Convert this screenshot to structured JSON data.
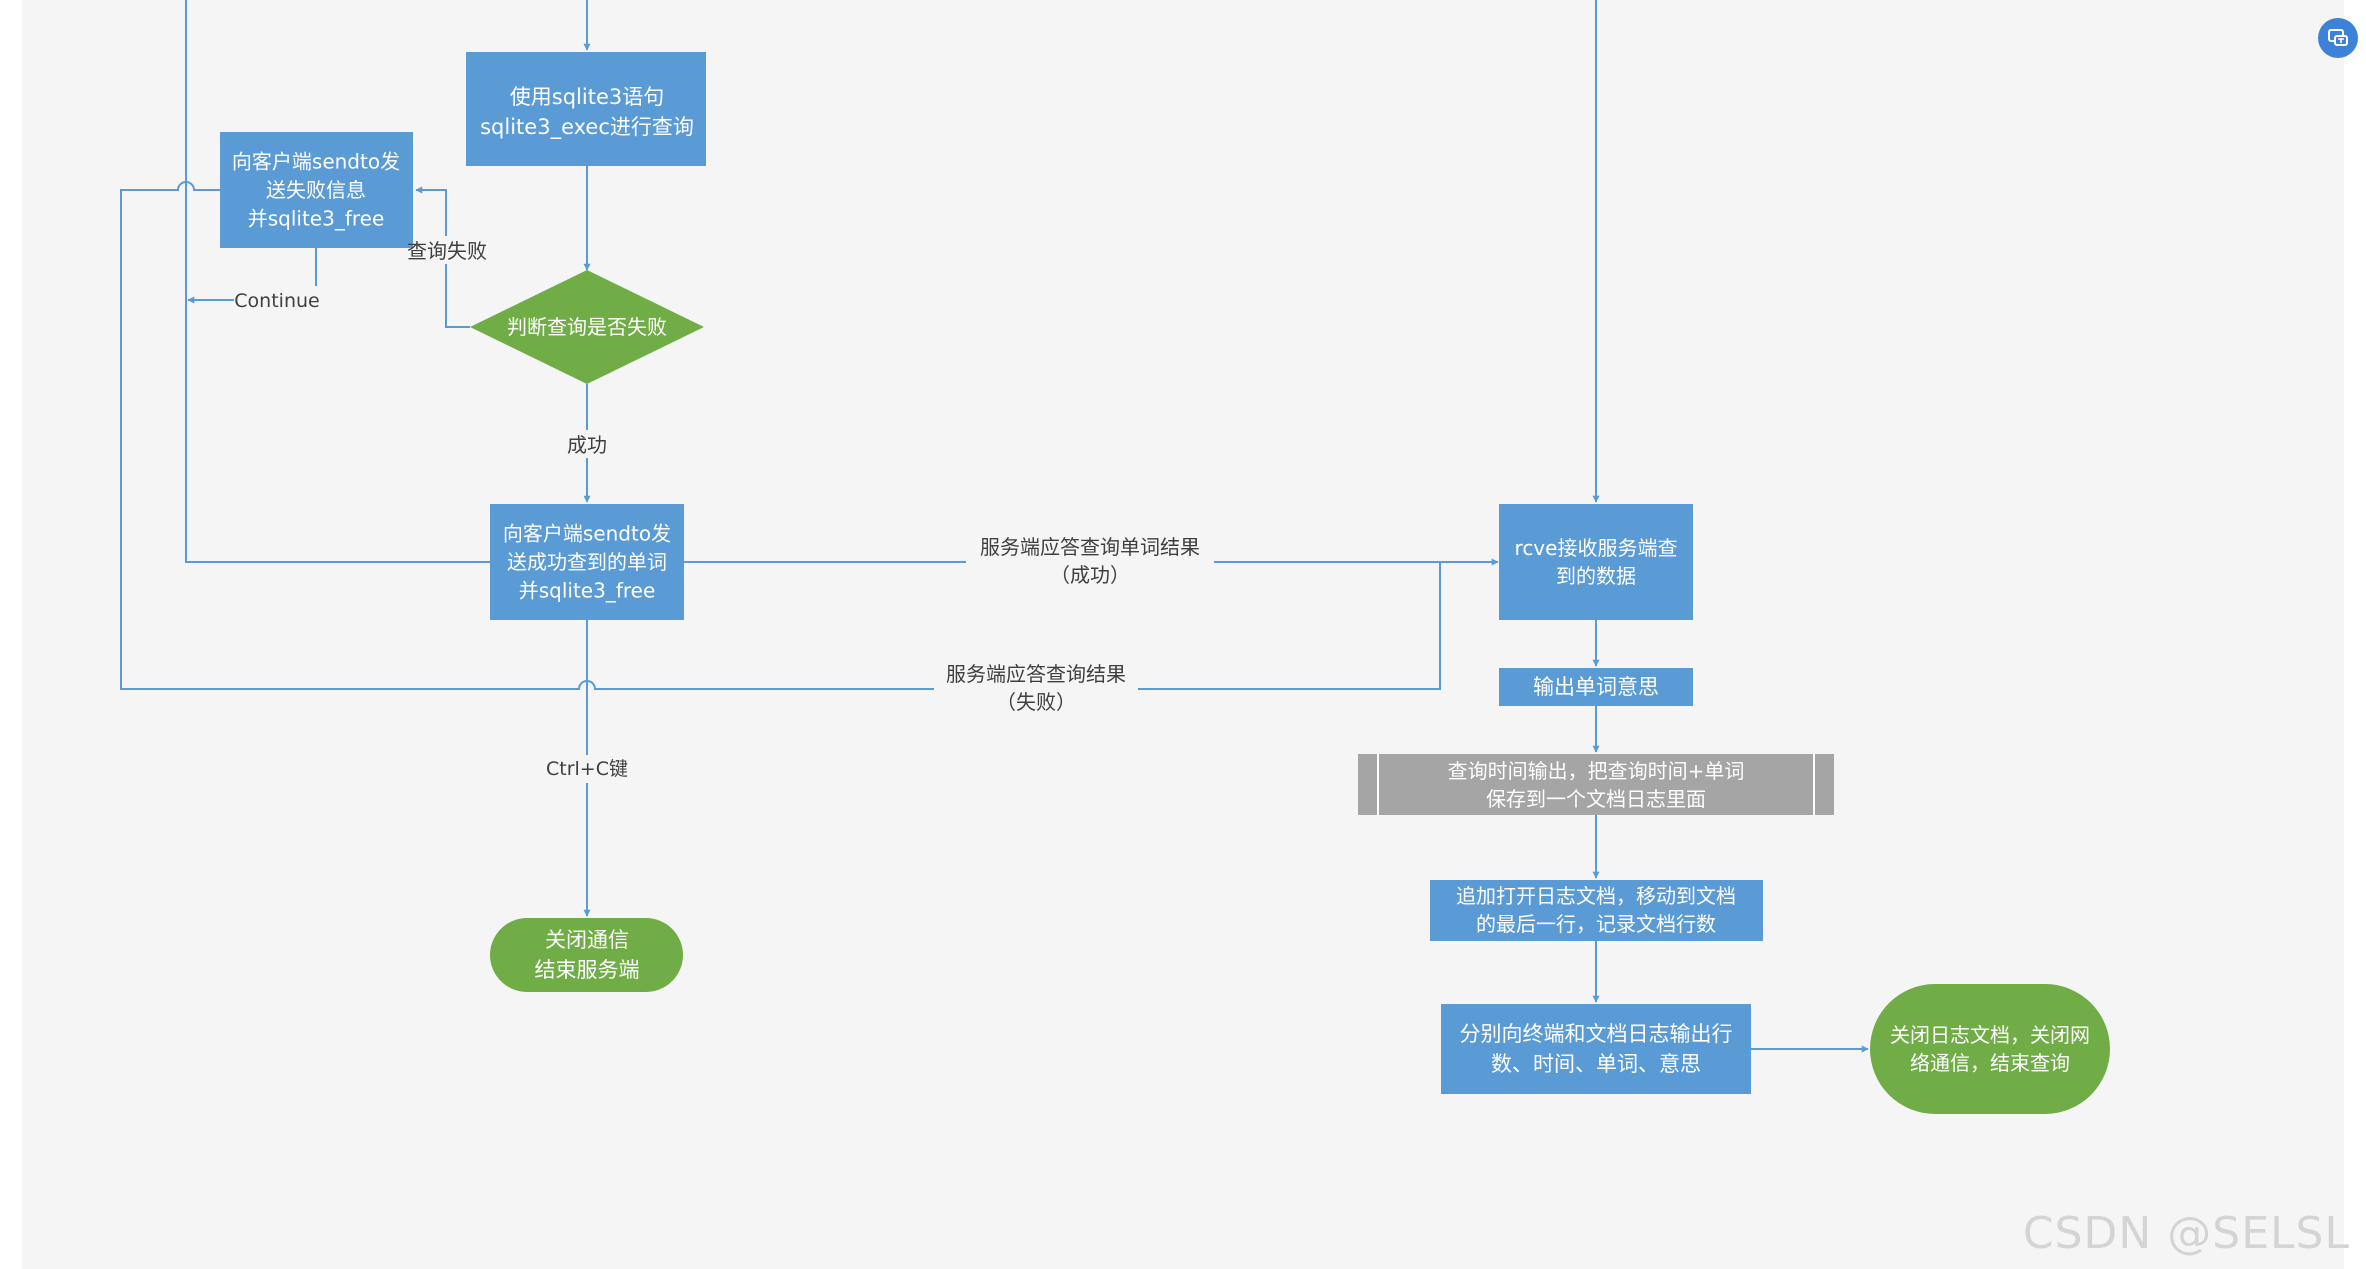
{
  "colors": {
    "canvas": "#f5f5f5",
    "blue_box": "#5b9bd5",
    "green_shape": "#70ad47",
    "gray_box": "#a5a5a5",
    "connector": "#5b9bd5",
    "label_text": "#3f3f3f",
    "box_text": "#ffffff",
    "fab": "#3b82d8"
  },
  "nodes": {
    "exec_query": [
      "使用sqlite3语句",
      "sqlite3_exec进行查询"
    ],
    "send_fail": [
      "向客户端sendto发",
      "送失败信息",
      "并sqlite3_free"
    ],
    "judge_fail": [
      "判断查询是否失败"
    ],
    "send_success": [
      "向客户端sendto发",
      "送成功查到的单词",
      "并sqlite3_free"
    ],
    "close_server": [
      "关闭通信",
      "结束服务端"
    ],
    "recv_data": [
      "rcve接收服务端查",
      "到的数据"
    ],
    "output_meaning": [
      "输出单词意思"
    ],
    "save_log": [
      "查询时间输出，把查询时间+单词",
      "保存到一个文档日志里面"
    ],
    "open_log": [
      "追加打开日志文档，移动到文档",
      "的最后一行，记录文档行数"
    ],
    "print_out": [
      "分别向终端和文档日志输出行",
      "数、时间、单词、意思"
    ],
    "close_log": [
      "关闭日志文档，关闭网",
      "络通信，结束查询"
    ]
  },
  "edge_labels": {
    "query_fail": [
      "查询失败"
    ],
    "continue": [
      "Continue"
    ],
    "success": [
      "成功"
    ],
    "reply_success": [
      "服务端应答查询单词结果",
      "（成功）"
    ],
    "reply_fail": [
      "服务端应答查询结果",
      "（失败）"
    ],
    "ctrl_c": [
      "Ctrl+C键"
    ]
  },
  "fab": {
    "icon": "chat-translate-icon"
  },
  "watermark": "CSDN @SELSL"
}
